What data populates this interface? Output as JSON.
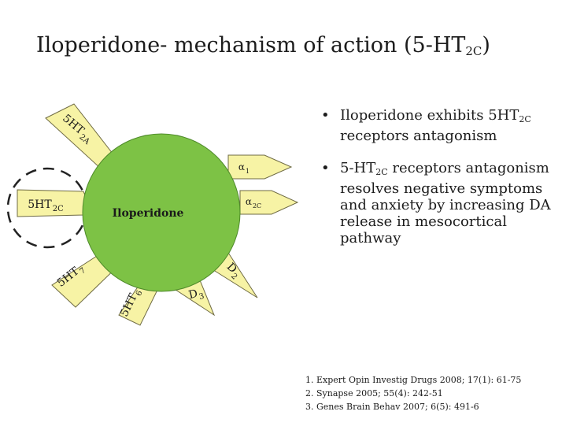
{
  "title": {
    "main": "Iloperidone- mechanism of action (5-HT",
    "sub": "2C",
    "close": ")"
  },
  "colors": {
    "circle_fill": "#7dc245",
    "circle_stroke": "#4e8a2a",
    "receptor_fill": "#f7f3a5",
    "receptor_stroke": "#6f6b44",
    "dashed_ring": "#222222"
  },
  "diagram": {
    "center_label": "Iloperidone",
    "receptors": [
      {
        "id": "5ht2a",
        "base": "5HT",
        "sub": "2A"
      },
      {
        "id": "5ht2c",
        "base": "5HT",
        "sub": "2C"
      },
      {
        "id": "5ht7",
        "base": "5HT",
        "sub": "7"
      },
      {
        "id": "5ht6",
        "base": "5HT",
        "sub": "6"
      },
      {
        "id": "d3",
        "base": "D",
        "sub": "3"
      },
      {
        "id": "d2",
        "base": "D",
        "sub": "2"
      },
      {
        "id": "alpha1",
        "base": "α",
        "sub": "1"
      },
      {
        "id": "alpha2c",
        "base": "α",
        "sub": "2C"
      }
    ]
  },
  "bullets": [
    {
      "pre": "Iloperidone exhibits 5HT",
      "sub": "2C",
      "post": " receptors antagonism"
    },
    {
      "pre": "5-HT",
      "sub": "2C",
      "post": " receptors antagonism resolves negative symptoms and anxiety by increasing DA release in mesocortical pathway"
    }
  ],
  "bullet_marker": "•",
  "references": [
    "1. Expert Opin Investig Drugs 2008; 17(1): 61-75",
    "2. Synapse 2005; 55(4): 242-51",
    "3. Genes Brain Behav 2007; 6(5): 491-6"
  ]
}
